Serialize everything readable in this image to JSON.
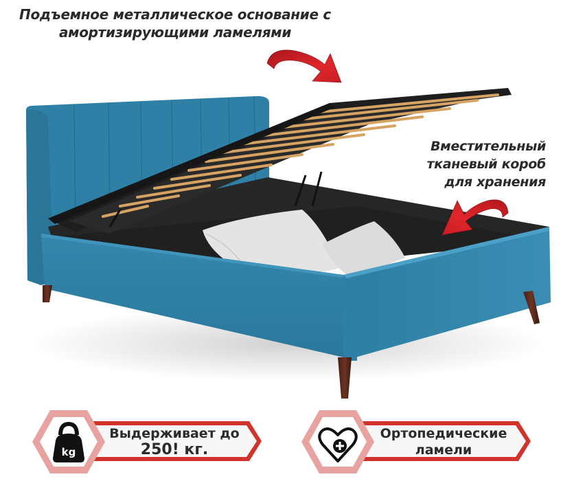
{
  "captions": {
    "top": {
      "line1": "Подъемное металлическое основание с",
      "line2": "амортизирующими ламелями"
    },
    "right": {
      "line1": "Вместительный",
      "line2": "тканевый короб",
      "line3": "для хранения"
    }
  },
  "badges": [
    {
      "icon": "kettlebell-icon",
      "icon_label": "kg",
      "line1": "Выдерживает до",
      "line2": "250! кг."
    },
    {
      "icon": "heart-plus-icon",
      "line1": "Ортопедические",
      "line2": "ламели"
    }
  ],
  "colors": {
    "fabric": "#2f7fa3",
    "fabric_dark": "#256b8a",
    "fabric_light": "#3b8fb5",
    "interior": "#2a2a2a",
    "slat": "#d9a866",
    "frame": "#1f1f1f",
    "leg": "#5a2a1e",
    "arrow_red": "#d9232a",
    "badge_red": "#d0342c",
    "badge_pink": "#e8a3a0"
  }
}
